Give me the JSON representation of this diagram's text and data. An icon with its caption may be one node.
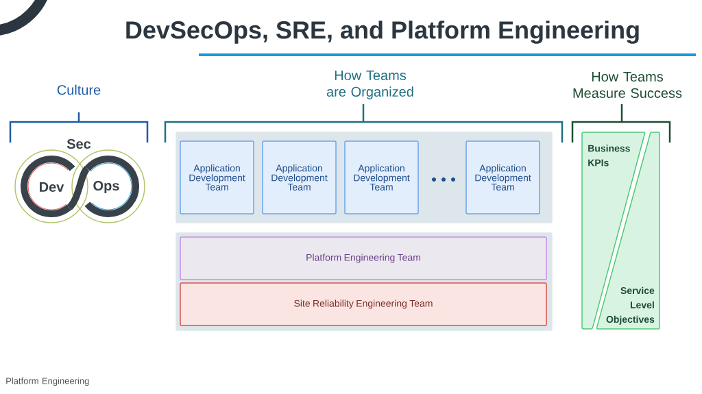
{
  "diagram": {
    "title": "DevSecOps, SRE, and Platform Engineering",
    "nodes": [
      {
        "text": [],
        "shape": "box"
      },
      {
        "text": [
          "Application Development Team"
        ],
        "in": 0
      },
      {
        "text": [
          "Application Development Team"
        ],
        "in": 0
      },
      {
        "text": [
          "Application Development Team"
        ],
        "in": 0
      },
      {
        "text": [
          "Application Development Team"
        ],
        "in": 0
      },
      {
        "text": [],
        "shape": "box"
      },
      {
        "text": [
          "Platform Engineering Team"
        ],
        "in": 5
      },
      {
        "text": [
          "Site Reliability Engineering Team"
        ],
        "in": 5
      },
      {
        "text": [
          "Business KPIs"
        ]
      },
      {
        "text": [
          "Service Level Objectives"
        ]
      }
    ],
    "labels": [
      "Culture",
      "How Teams are Organized",
      "How Teams Measure Success",
      "Sec",
      "Dev",
      "Ops",
      "Platform Engineering"
    ]
  }
}
